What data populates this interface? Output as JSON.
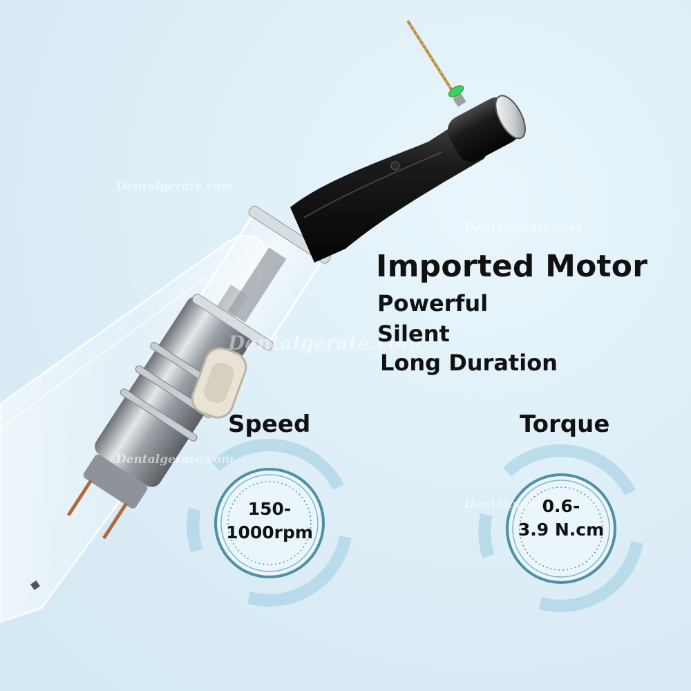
{
  "headline": "Imported Motor",
  "features": [
    "Powerful",
    "Silent",
    "Long Duration"
  ],
  "specs": {
    "speed": {
      "label": "Speed",
      "value_line1": "150-",
      "value_line2": "1000rpm"
    },
    "torque": {
      "label": "Torque",
      "value_line1": "0.6-",
      "value_line2": "3.9 N.cm"
    }
  },
  "watermark": "Dentalgerate.com",
  "colors": {
    "background": "#dff0f8",
    "gauge_ring": "#4f8fa6",
    "gauge_arc": "#a9d3e6",
    "text": "#111111",
    "file_green": "#3fcf5f"
  },
  "illustration": {
    "subject": "dental endodontic handpiece with transparent housing and motor",
    "icon": "dental-handpiece-illustration"
  }
}
